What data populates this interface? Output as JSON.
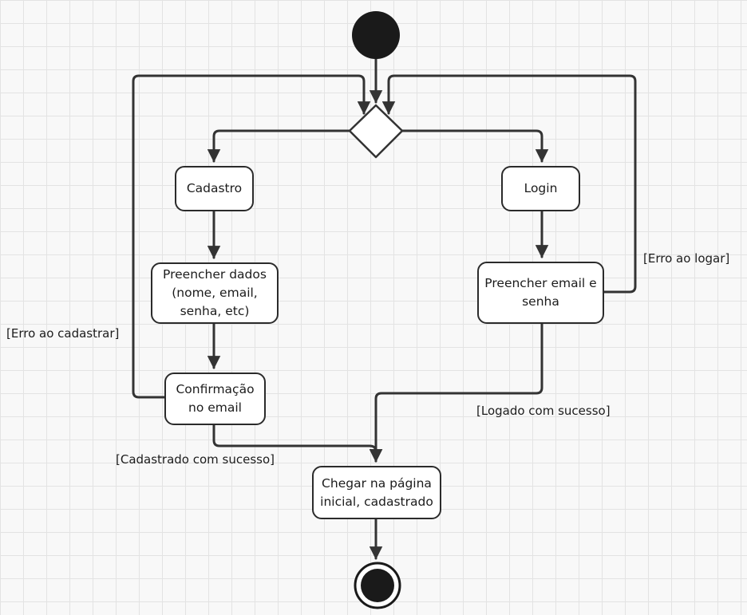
{
  "diagram": {
    "nodes": {
      "cadastro": "Cadastro",
      "preencher_dados": "Preencher dados\n(nome, email,\nsenha, etc)",
      "confirmacao": "Confirmação\nno email",
      "login": "Login",
      "preencher_email": "Preencher email e\nsenha",
      "chegar": "Chegar na página\ninicial, cadastrado"
    },
    "guards": {
      "erro_cadastrar": "[Erro ao cadastrar]",
      "erro_logar": "[Erro ao logar]",
      "cadastrado_sucesso": "[Cadastrado com sucesso]",
      "logado_sucesso": "[Logado com sucesso]"
    },
    "colors": {
      "stroke": "#333333",
      "node_fill": "#ffffff",
      "start_fill": "#1a1a1a",
      "grid": "#e3e3e3"
    }
  }
}
